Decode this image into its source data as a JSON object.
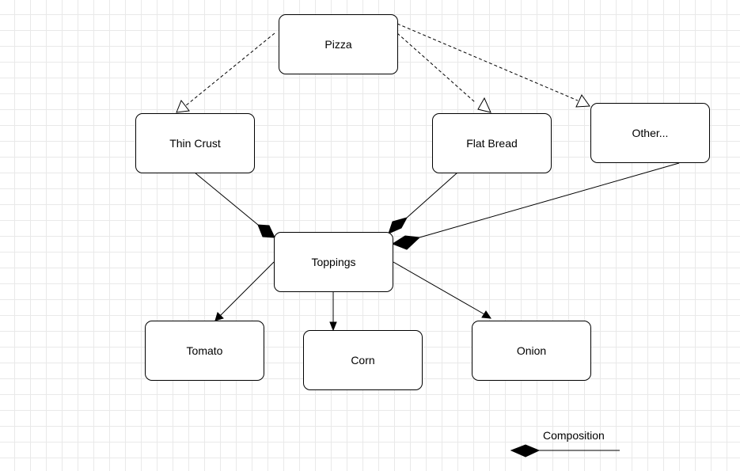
{
  "diagram": {
    "nodes": {
      "pizza": "Pizza",
      "thin_crust": "Thin Crust",
      "flat_bread": "Flat Bread",
      "other": "Other...",
      "toppings": "Toppings",
      "tomato": "Tomato",
      "corn": "Corn",
      "onion": "Onion"
    },
    "edges": [
      {
        "from": "pizza",
        "to": "thin_crust",
        "type": "realization"
      },
      {
        "from": "pizza",
        "to": "flat_bread",
        "type": "realization"
      },
      {
        "from": "pizza",
        "to": "other",
        "type": "realization"
      },
      {
        "from": "thin_crust",
        "to": "toppings",
        "type": "composition"
      },
      {
        "from": "flat_bread",
        "to": "toppings",
        "type": "composition"
      },
      {
        "from": "other",
        "to": "toppings",
        "type": "composition"
      },
      {
        "from": "toppings",
        "to": "tomato",
        "type": "association"
      },
      {
        "from": "toppings",
        "to": "corn",
        "type": "association"
      },
      {
        "from": "toppings",
        "to": "onion",
        "type": "association"
      }
    ]
  },
  "legend": {
    "composition_label": "Composition"
  }
}
